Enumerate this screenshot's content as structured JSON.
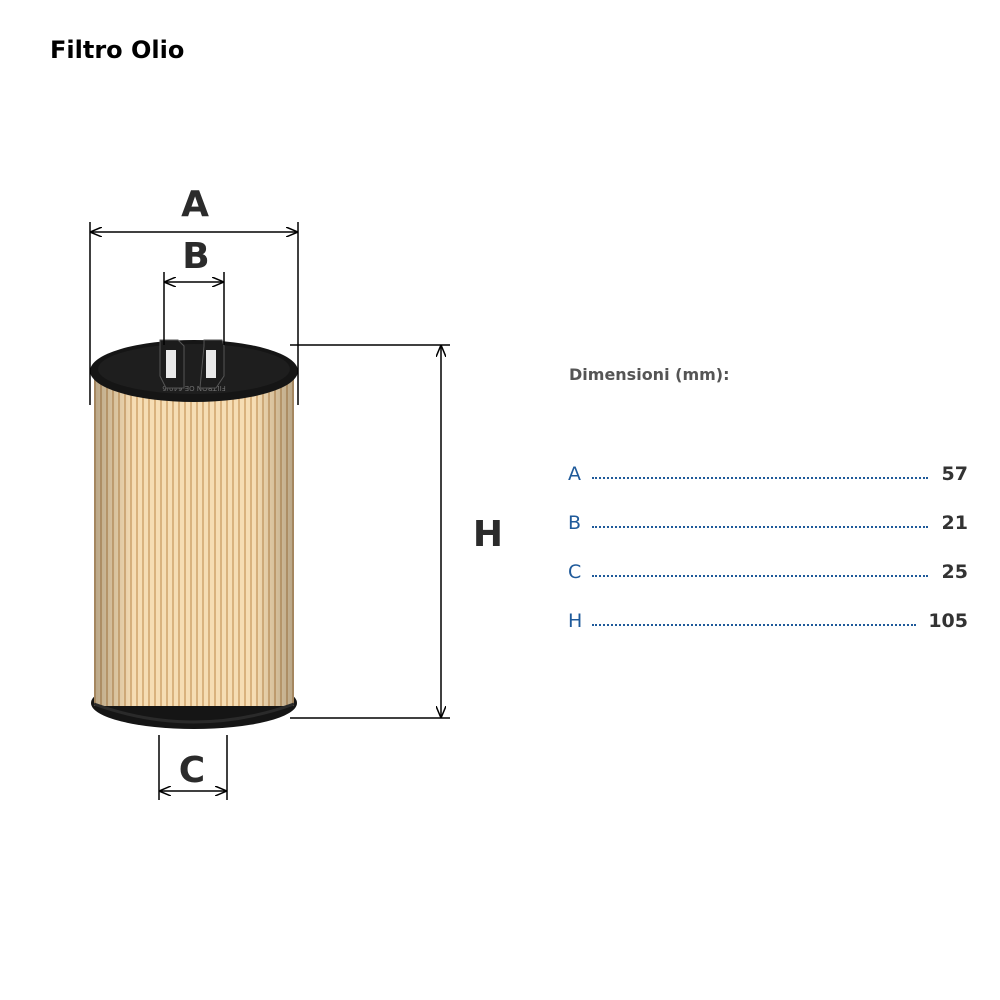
{
  "title": "Filtro Olio",
  "diagram": {
    "labels": {
      "A": "A",
      "B": "B",
      "C": "C",
      "H": "H"
    },
    "cap_text": "FILTRON OE 640/6"
  },
  "specs": {
    "heading": "Dimensioni (mm):",
    "rows": [
      {
        "key": "A",
        "value": "57"
      },
      {
        "key": "B",
        "value": "21"
      },
      {
        "key": "C",
        "value": "25"
      },
      {
        "key": "H",
        "value": "105"
      }
    ]
  },
  "colors": {
    "pleat_light": "#f6ddb4",
    "pleat_dark": "#d9b27e",
    "cap": "#151515",
    "dimension_line": "#000000",
    "spec_blue": "#1f5a9a"
  }
}
